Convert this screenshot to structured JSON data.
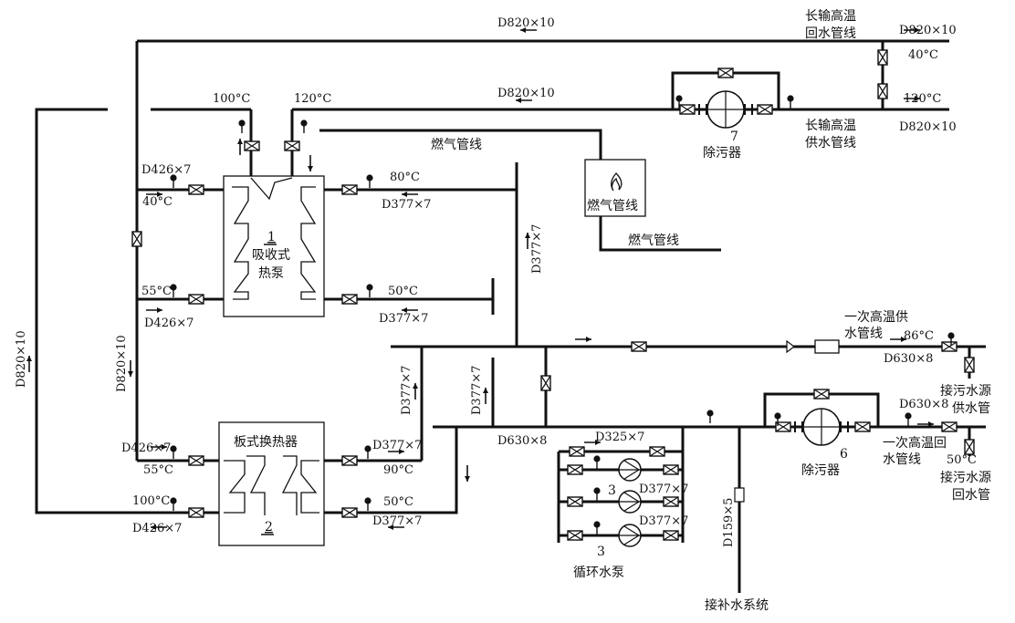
{
  "pipe_labels": {
    "d820_top": "D820×10",
    "d820_mid": "D820×10",
    "d820_right_top": "D820×10",
    "d820_right_bot": "D820×10",
    "d820_left_vert": "D820×10",
    "d820_inner_vert": "D820×10",
    "d426_1": "D426×7",
    "d426_2": "D426×7",
    "d426_3": "D426×7",
    "d426_4": "D426×7",
    "d377_1": "D377×7",
    "d377_2": "D377×7",
    "d377_3": "D377×7",
    "d377_4": "D377×7",
    "d377_vert_a": "D377×7",
    "d377_vert_b": "D377×7",
    "d377_vert_c": "D377×7",
    "d377_pump1": "D377×7",
    "d377_pump2": "D377×7",
    "d630_1": "D630×8",
    "d630_2": "D630×8",
    "d630_3": "D630×8",
    "d325": "D325×7",
    "d159": "D159×5"
  },
  "temperatures": {
    "t40_right": "40°C",
    "t120_right": "120°C",
    "t100_top": "100°C",
    "t120_top": "120°C",
    "t40_left": "40°C",
    "t80": "80°C",
    "t55_left": "55°C",
    "t50_a": "50°C",
    "t55_hx": "55°C",
    "t90": "90°C",
    "t100_hx": "100°C",
    "t50_b": "50°C",
    "t86": "86°C",
    "t50_c": "50°C"
  },
  "text_labels": {
    "long_return_1": "长输高温",
    "long_return_2": "回水管线",
    "long_supply_1": "长输高温",
    "long_supply_2": "供水管线",
    "gas_line_1": "燃气管线",
    "gas_line_2": "燃气管线",
    "gas_line_3": "燃气管线",
    "heat_pump_1": "吸收式",
    "heat_pump_2": "热泵",
    "plate_hx": "板式换热器",
    "primary_supply_1": "一次高温供",
    "primary_supply_2": "水管线",
    "primary_return_1": "一次高温回",
    "primary_return_2": "水管线",
    "sewage_supply_1": "接污水源",
    "sewage_supply_2": "供水管",
    "sewage_return_1": "接污水源",
    "sewage_return_2": "回水管",
    "decontam_7": "除污器",
    "decontam_6": "除污器",
    "pump": "循环水泵",
    "makeup": "接补水系统"
  },
  "numbers": {
    "n1": "1",
    "n2": "2",
    "n3a": "3",
    "n3b": "3",
    "n6": "6",
    "n7": "7"
  }
}
